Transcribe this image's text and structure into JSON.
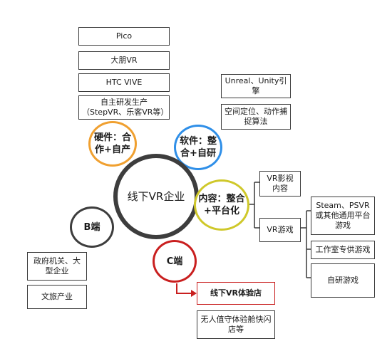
{
  "colors": {
    "center": "#3d3d3d",
    "hardware": "#f0a030",
    "software": "#2f8fe8",
    "content": "#cfc82a",
    "b_end": "#3d3d3d",
    "c_end": "#c91f1f"
  },
  "center": {
    "label": "线下VR企业"
  },
  "hardware": {
    "label": "硬件：合作+自产",
    "items": [
      "Pico",
      "大朋VR",
      "HTC VIVE",
      "自主研发生产（StepVR、乐客VR等）"
    ]
  },
  "software": {
    "label": "软件：整合+自研",
    "items": [
      "Unreal、Unity引擎",
      "空间定位、动作捕捉算法"
    ]
  },
  "content": {
    "label": "内容：整合+平台化",
    "video": "VR影视内容",
    "games": "VR游戏",
    "game_items": [
      "Steam、PSVR或其他通用平台游戏",
      "工作室专供游戏",
      "自研游戏"
    ]
  },
  "b_end": {
    "label": "B端",
    "items": [
      "政府机关、大型企业",
      "文旅产业"
    ]
  },
  "c_end": {
    "label": "C端",
    "store": "线下VR体验店",
    "store_items": [
      "无人值守体验舱快闪店等"
    ]
  }
}
